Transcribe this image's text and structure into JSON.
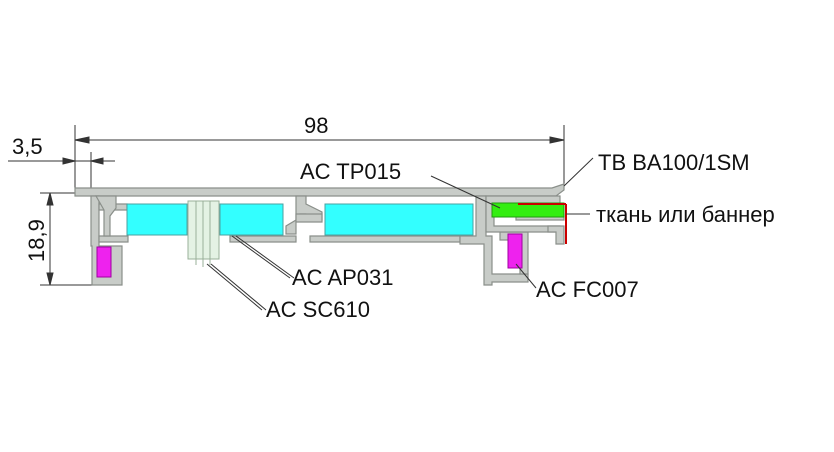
{
  "dimensions": {
    "total_width": "98",
    "offset": "3,5",
    "height": "18,9"
  },
  "labels": {
    "tb_ba100": "TB BA100/1SM",
    "fabric": "ткань или баннер",
    "ac_tp015": "AC TP015",
    "ac_ap031": "AC AP031",
    "ac_sc610": "AC SC610",
    "ac_fc007": "AC FC007"
  },
  "colors": {
    "profile_fill": "#c8ccc8",
    "profile_stroke": "#8a8f8a",
    "cyan": "#33ffff",
    "magenta": "#ee22ee",
    "green": "#33ee11",
    "fabric_red": "#cc0000",
    "glass": "#e4f2e4"
  }
}
